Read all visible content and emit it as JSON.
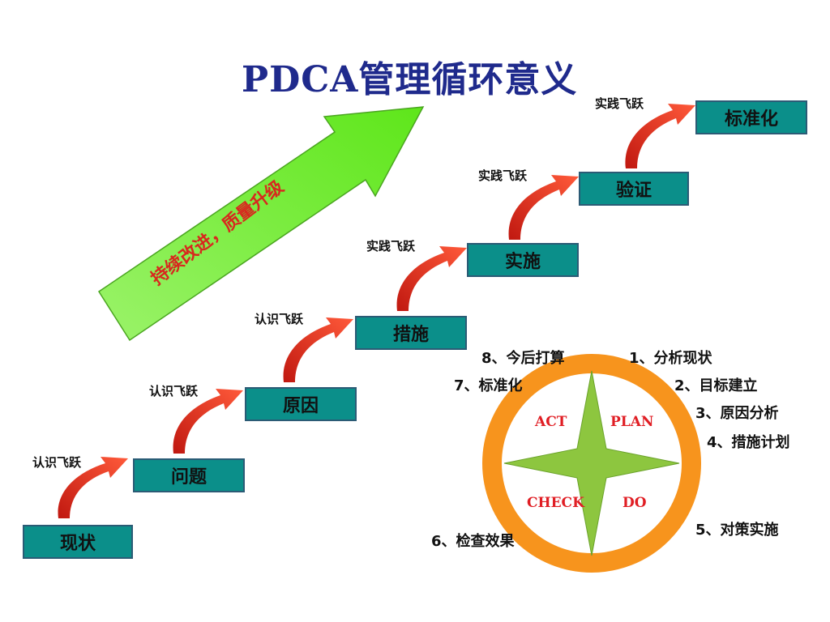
{
  "title": "PDCA管理循环意义",
  "arrow_text": "持续改进，质量升级",
  "stairs": [
    {
      "label": "现状"
    },
    {
      "label": "问题"
    },
    {
      "label": "原因"
    },
    {
      "label": "措施"
    },
    {
      "label": "实施"
    },
    {
      "label": "验证"
    },
    {
      "label": "标准化"
    }
  ],
  "leaps": [
    "认识飞跃",
    "认识飞跃",
    "认识飞跃",
    "实践飞跃",
    "实践飞跃",
    "实践飞跃"
  ],
  "cycle": {
    "quadrants": {
      "act": "ACT",
      "plan": "PLAN",
      "check": "CHECK",
      "do": "DO"
    },
    "steps": [
      "1、分析现状",
      "2、目标建立",
      "3、原因分析",
      "4、措施计划",
      "5、对策实施",
      "6、检查效果",
      "7、标准化",
      "8、今后打算"
    ]
  },
  "colors": {
    "title": "#1f2a8c",
    "box": "#0b8f8a",
    "green_arrow": "#7ef23a",
    "leap_arrow": "#e8301c",
    "ring": "#f7941d",
    "star": "#8dc63f",
    "quad_text": "#e01e24"
  }
}
